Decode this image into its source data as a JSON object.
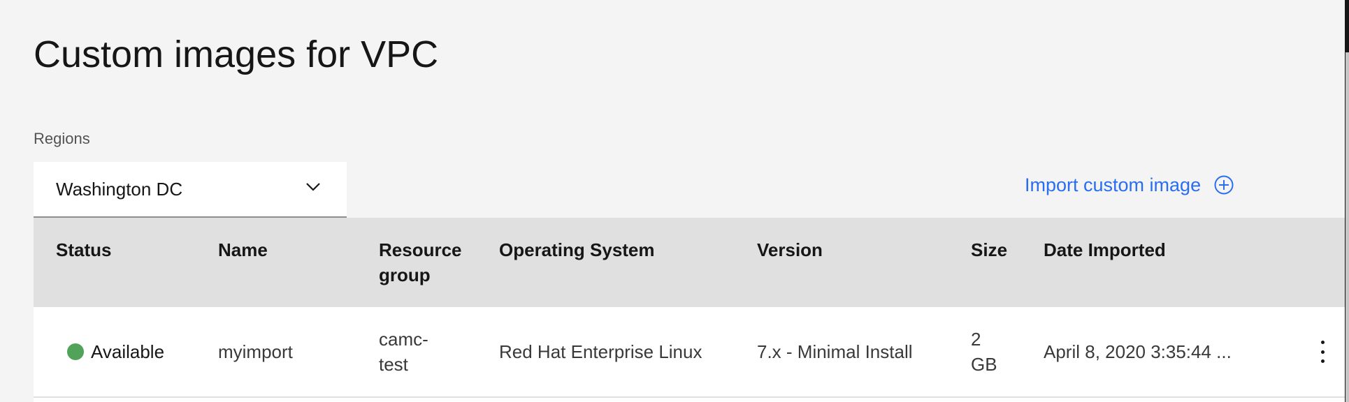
{
  "page": {
    "title": "Custom images for VPC"
  },
  "filters": {
    "region_label": "Regions",
    "region_value": "Washington DC"
  },
  "actions": {
    "import_label": "Import custom image",
    "import_icon": "add-circle-icon"
  },
  "table": {
    "columns": [
      {
        "label": "Status"
      },
      {
        "label": "Name"
      },
      {
        "label": "Resource group"
      },
      {
        "label": "Operating System"
      },
      {
        "label": "Version"
      },
      {
        "label": "Size"
      },
      {
        "label": "Date Imported"
      }
    ],
    "rows": [
      {
        "status": "Available",
        "status_color": "#52a35a",
        "name": "myimport",
        "resource_group": "camc-test",
        "operating_system": "Red Hat Enterprise Linux",
        "version": "7.x - Minimal Install",
        "size": "2 GB",
        "date_imported": "April 8, 2020 3:35:44 ...",
        "overflow_icon": "overflow-menu-vertical-icon"
      }
    ]
  },
  "colors": {
    "background": "#f4f4f4",
    "link": "#0f62fe",
    "header_bg": "#e0e0e0",
    "row_bg": "#ffffff"
  }
}
